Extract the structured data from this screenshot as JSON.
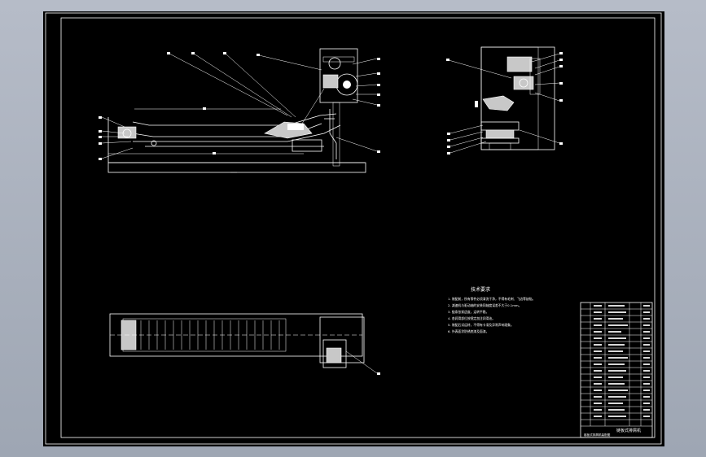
{
  "drawing": {
    "tech_requirements": {
      "title": "技术要求",
      "lines": [
        "1. 装配前，所有零件必须清洗干净，不得有毛刺、飞边等缺陷。",
        "2. 减速机与驱动轴的安装同轴度误差不大于0.1mm。",
        "3. 链条张紧适度，运转平稳。",
        "4. 各润滑部位按规定加注润滑油。",
        "5. 装配后试运转，不得有卡滞及异常声响现象。",
        "6. 外表面涂防锈底漆及面漆。"
      ]
    },
    "title_block": {
      "name": "链板式排屑机",
      "bottom_label": "链板式排屑机装配图"
    }
  }
}
